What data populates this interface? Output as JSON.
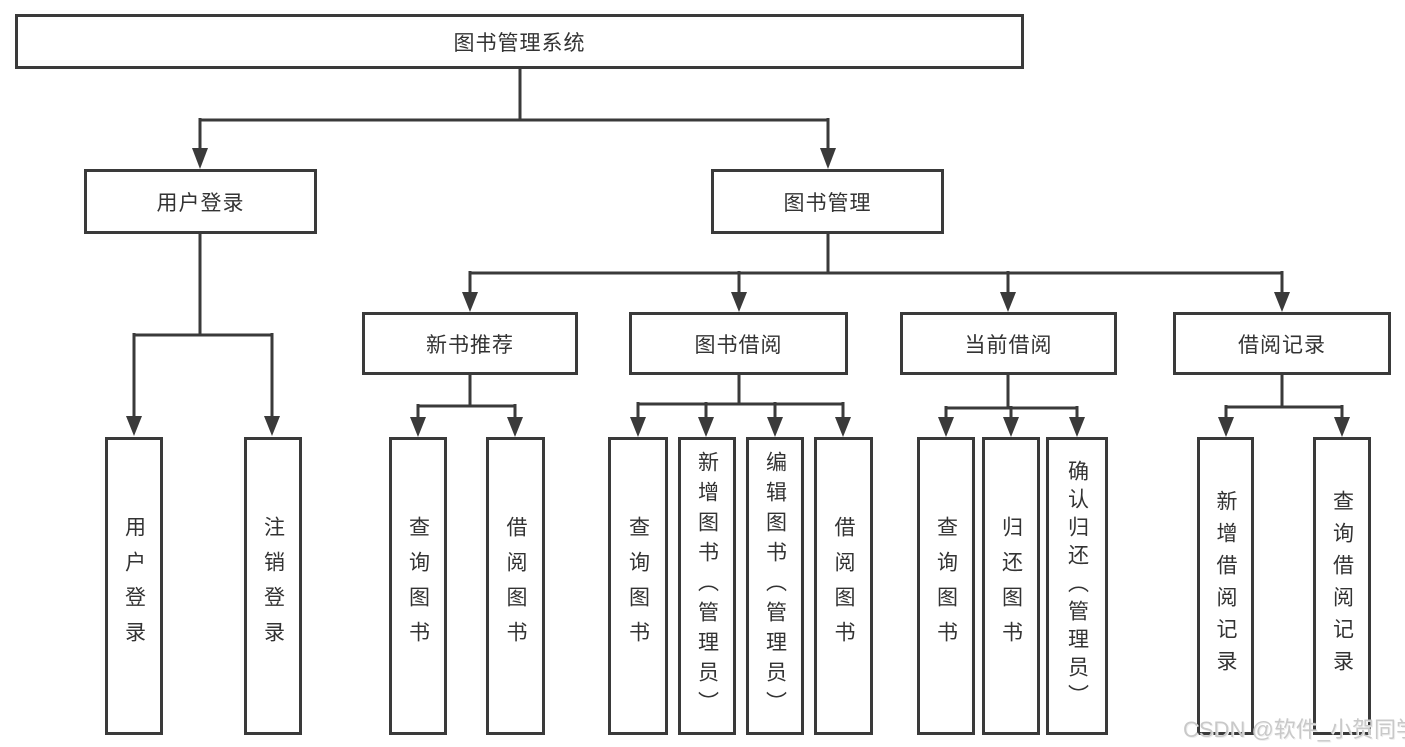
{
  "diagram": {
    "tree": {
      "label": "图书管理系统",
      "children": [
        {
          "label": "用户登录",
          "children": [
            {
              "label": "用户登录"
            },
            {
              "label": "注销登录"
            }
          ]
        },
        {
          "label": "图书管理",
          "children": [
            {
              "label": "新书推荐",
              "children": [
                {
                  "label": "查询图书"
                },
                {
                  "label": "借阅图书"
                }
              ]
            },
            {
              "label": "图书借阅",
              "children": [
                {
                  "label": "查询图书"
                },
                {
                  "label": "新增图书（管理员）"
                },
                {
                  "label": "编辑图书（管理员）"
                },
                {
                  "label": "借阅图书"
                }
              ]
            },
            {
              "label": "当前借阅",
              "children": [
                {
                  "label": "查询图书"
                },
                {
                  "label": "归还图书"
                },
                {
                  "label": "确认归还（管理员）"
                }
              ]
            },
            {
              "label": "借阅记录",
              "children": [
                {
                  "label": "新增借阅记录"
                },
                {
                  "label": "查询借阅记录"
                }
              ]
            }
          ]
        }
      ]
    },
    "colors": {
      "line": "#3a3a3a",
      "text": "#333333",
      "box_fill": "#ffffff",
      "background": "#ffffff",
      "watermark": "#c9c9c9"
    }
  },
  "watermark": {
    "text": "CSDN @软件_小贺同学"
  }
}
